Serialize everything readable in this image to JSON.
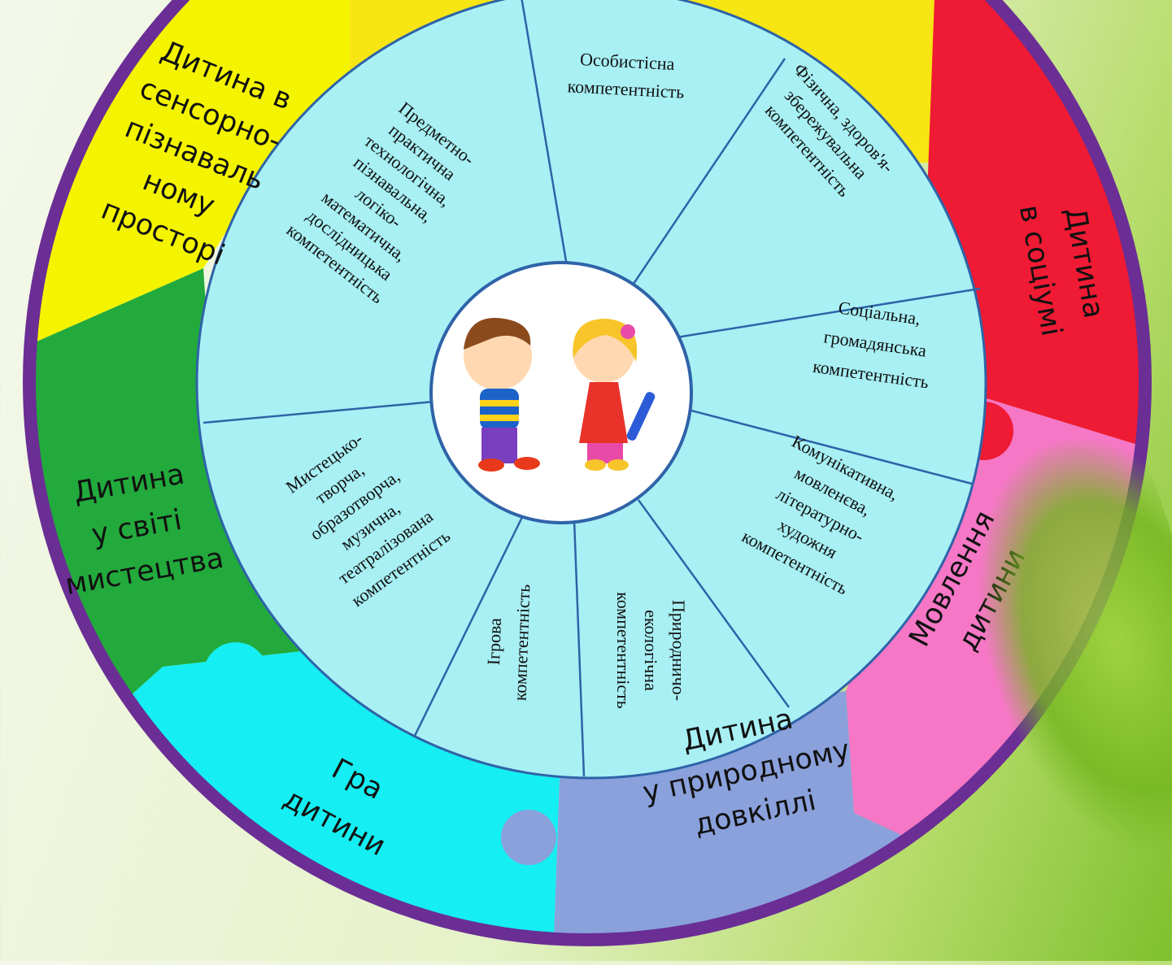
{
  "center": {
    "picture": "children-illustration"
  },
  "outer_sections": [
    {
      "id": "sensory",
      "lines": [
        "Дитина в",
        "сенсорно-",
        "пізнаваль",
        "ному",
        "просторі"
      ],
      "color": "#f4f400"
    },
    {
      "id": "society",
      "lines": [
        "Дитина",
        "в соціумі"
      ],
      "color": "#ef1a33"
    },
    {
      "id": "speech",
      "lines": [
        "Мовлення",
        "дитини"
      ],
      "color": "#f577c6"
    },
    {
      "id": "nature",
      "lines": [
        "Дитина",
        "у природному",
        "довкіллі"
      ],
      "color": "#8aa1dc"
    },
    {
      "id": "play",
      "lines": [
        "Гра",
        "дитини"
      ],
      "color": "#15eef2"
    },
    {
      "id": "art",
      "lines": [
        "Дитина",
        "у світі",
        "мистецтва"
      ],
      "color": "#22aa3c"
    },
    {
      "id": "top",
      "lines": [],
      "color": "#f7e514"
    }
  ],
  "inner_sections": [
    {
      "id": "personal",
      "lines": [
        "Особистісна",
        "компетентність"
      ]
    },
    {
      "id": "physical",
      "lines": [
        "Фізична, здоров'я-",
        "збережувальна",
        "компетентність"
      ]
    },
    {
      "id": "social",
      "lines": [
        "Соціальна,",
        "громадянська",
        "компетентність"
      ]
    },
    {
      "id": "communicative",
      "lines": [
        "Комунікативна,",
        "мовленєва,",
        "літературно-",
        "художня",
        "компетентність"
      ]
    },
    {
      "id": "eco",
      "lines": [
        "Природничо-",
        "екологічна",
        "компетентність"
      ]
    },
    {
      "id": "game",
      "lines": [
        "Ігрова",
        "компетентність"
      ]
    },
    {
      "id": "artistic",
      "lines": [
        "Мистецько-",
        "творча,",
        "образотворча,",
        "музична,",
        "театралізована",
        "компетентність"
      ]
    },
    {
      "id": "subject",
      "lines": [
        "Предметно-",
        "практична",
        "технологічна,",
        "пізнавальна,",
        "логіко-",
        "математична,",
        "дослідницька",
        "компетентність"
      ]
    }
  ],
  "colors": {
    "ring_border": "#6a2e95",
    "inner_fill": "#a8f0f4",
    "divider": "#2f63a8"
  }
}
